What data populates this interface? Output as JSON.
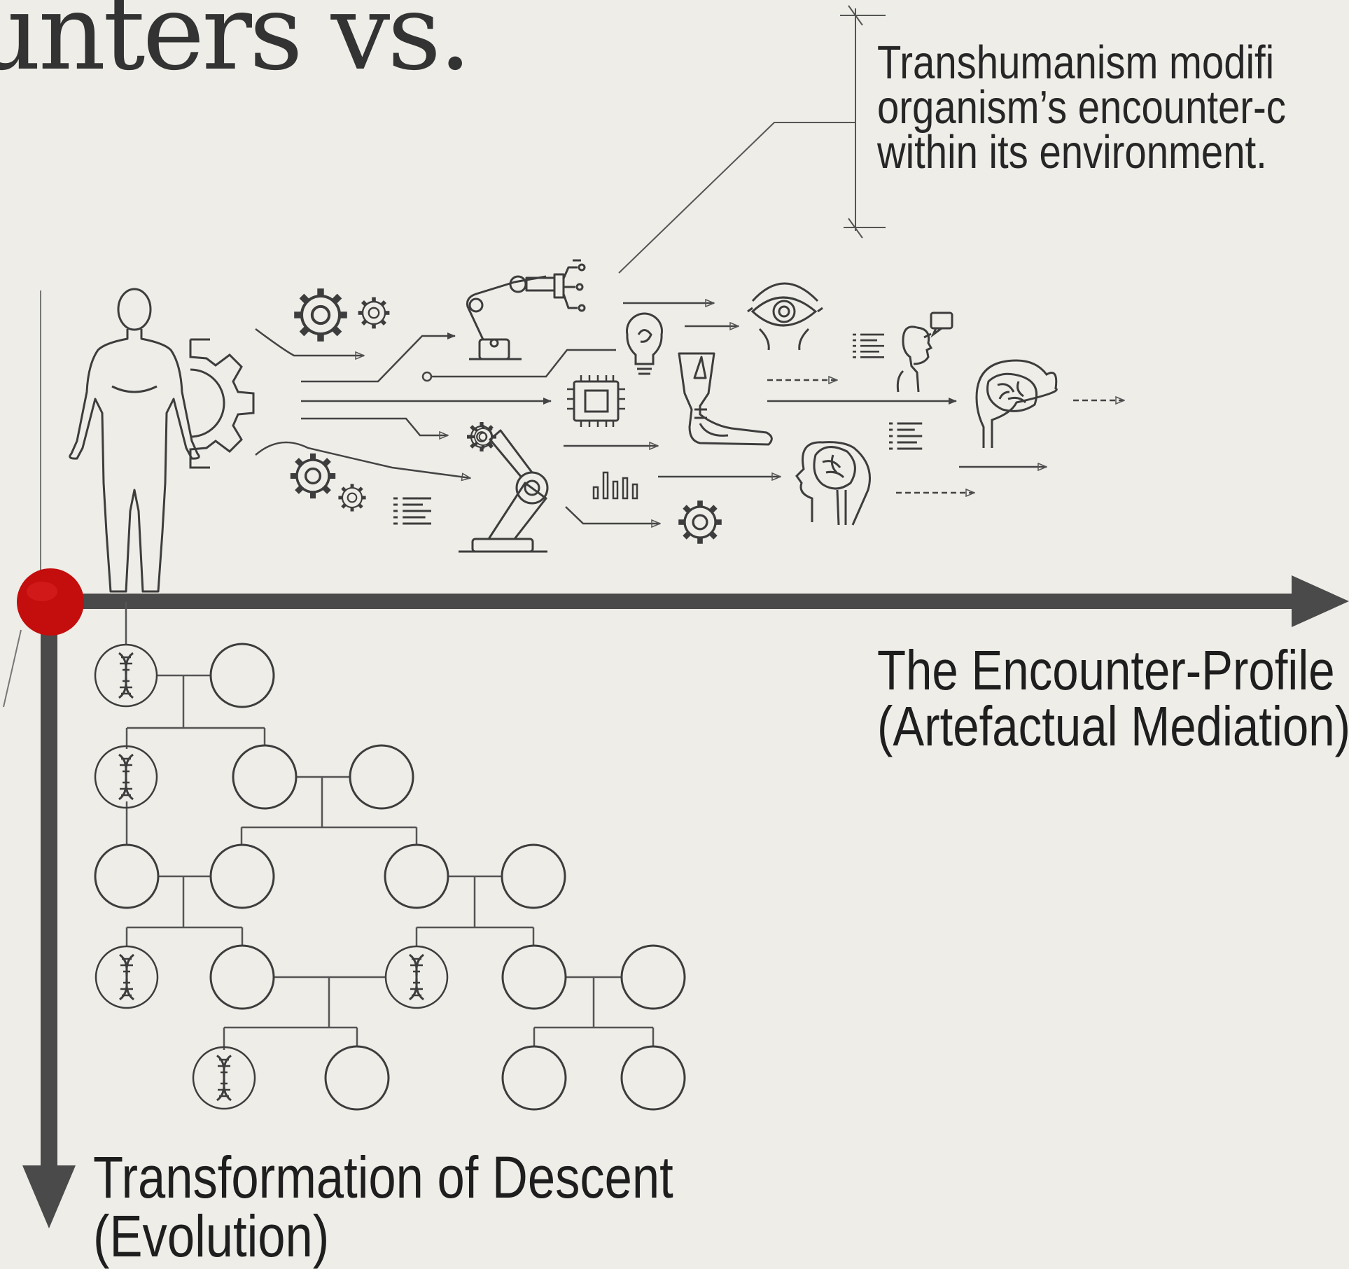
{
  "title": "unters vs.",
  "annotation": {
    "lines": [
      "Transhumanism modifi",
      "organism’s encounter-c",
      "within its environment."
    ]
  },
  "x_axis": {
    "title": "The Encounter-Profile",
    "subtitle": "(Artefactual Mediation)"
  },
  "y_axis": {
    "title": "Transformation of Descent",
    "subtitle": "(Evolution)"
  },
  "colors": {
    "background": "#eeede8",
    "axis": "#4a4a4a",
    "line": "#3d3d3d",
    "origin_dot": "#c40d0d"
  },
  "icons": [
    "human-figure-icon",
    "gear-icon",
    "robotic-arm-icon",
    "lightbulb-icon",
    "microchip-icon",
    "prosthetic-leg-icon",
    "eye-icon",
    "person-speech-icon",
    "brain-head-icon",
    "bar-chart-icon",
    "text-lines-icon",
    "dna-icon"
  ]
}
